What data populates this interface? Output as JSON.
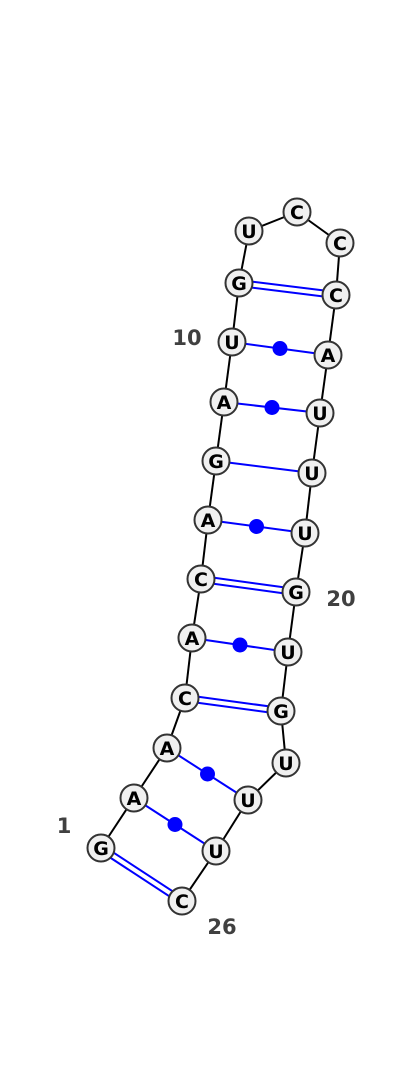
{
  "diagram": {
    "sequence": [
      "G",
      "A",
      "A",
      "C",
      "A",
      "C",
      "A",
      "G",
      "A",
      "U",
      "G",
      "U",
      "C",
      "C",
      "C",
      "A",
      "U",
      "U",
      "U",
      "G",
      "U",
      "G",
      "U",
      "U",
      "U",
      "C"
    ],
    "pairs": [
      {
        "i": 1,
        "j": 26,
        "type": "GC"
      },
      {
        "i": 2,
        "j": 25,
        "type": "wobble"
      },
      {
        "i": 3,
        "j": 24,
        "type": "wobble"
      },
      {
        "i": 4,
        "j": 22,
        "type": "GC"
      },
      {
        "i": 5,
        "j": 21,
        "type": "wobble"
      },
      {
        "i": 6,
        "j": 20,
        "type": "GC"
      },
      {
        "i": 7,
        "j": 19,
        "type": "wobble"
      },
      {
        "i": 8,
        "j": 18,
        "type": "canonical"
      },
      {
        "i": 9,
        "j": 17,
        "type": "wobble"
      },
      {
        "i": 10,
        "j": 16,
        "type": "wobble"
      },
      {
        "i": 11,
        "j": 15,
        "type": "GC"
      }
    ],
    "position_labels": [
      {
        "index": 1,
        "text": "1"
      },
      {
        "index": 10,
        "text": "10"
      },
      {
        "index": 20,
        "text": "20"
      },
      {
        "index": 26,
        "text": "26"
      }
    ],
    "colors": {
      "pair": "#0000ff",
      "backbone": "#000000",
      "node_fill": "#f0f0f0",
      "node_stroke": "#333333",
      "label": "#404040"
    }
  }
}
